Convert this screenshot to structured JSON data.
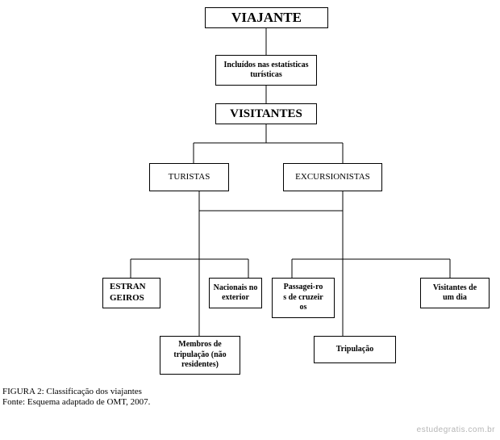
{
  "diagram": {
    "root": "VIAJANTE",
    "included": "Incluídos nas estatísticas turísticas",
    "visitors": "VISITANTES",
    "tourists": "TURISTAS",
    "excursionists": "EXCURSIONISTAS",
    "foreigners": "ESTRAN GEIROS",
    "nationals": "Nacionais no exterior",
    "crew_members": "Membros de tripulação (não residentes)",
    "cruise_passengers": "Passagei-ros de cruzeiros",
    "crew": "Tripulação",
    "day_visitors": "Visitantes de um dia"
  },
  "caption": {
    "figure": "FIGURA 2: Classificação dos viajantes",
    "source": "Fonte: Esquema adaptado de OMT, 2007."
  },
  "watermark": "estudegratis.com.br"
}
